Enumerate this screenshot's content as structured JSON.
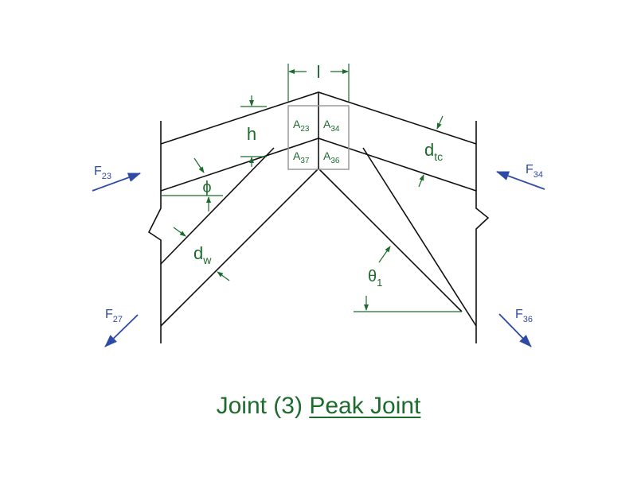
{
  "title": {
    "prefix": "Joint (3)",
    "emphasis": "Peak Joint"
  },
  "dimensions": {
    "l": "l",
    "h": "h",
    "phi": "ϕ",
    "dtc": "d",
    "dtc_sub": "tc",
    "dw": "d",
    "dw_sub": "w",
    "theta": "θ",
    "theta_sub": "1"
  },
  "areas": [
    {
      "base": "A",
      "sub": "23"
    },
    {
      "base": "A",
      "sub": "34"
    },
    {
      "base": "A",
      "sub": "37"
    },
    {
      "base": "A",
      "sub": "36"
    }
  ],
  "forces": [
    {
      "base": "F",
      "sub": "23"
    },
    {
      "base": "F",
      "sub": "34"
    },
    {
      "base": "F",
      "sub": "27"
    },
    {
      "base": "F",
      "sub": "36"
    }
  ],
  "colors": {
    "line": "#111111",
    "dimension": "#1e6b2e",
    "force": "#2f4aa6",
    "box": "#9a9a9a"
  }
}
